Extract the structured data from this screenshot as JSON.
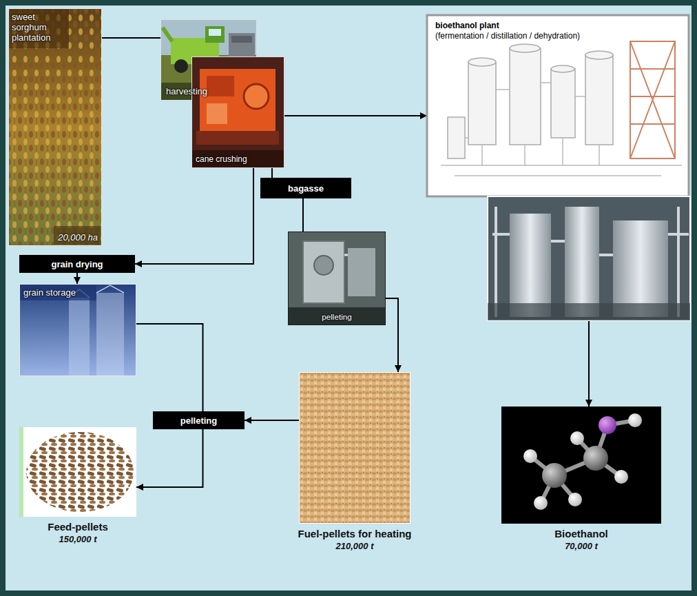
{
  "diagram": {
    "nodes": [
      {
        "text": [
          "sweet sorghum plantation",
          "20,000 ha"
        ]
      },
      {
        "text": [
          "harvesting"
        ]
      },
      {
        "text": [
          "cane crushing"
        ]
      },
      {
        "text": [
          "bioethanol plant",
          "(fermentation / distillation / dehydration)"
        ]
      },
      {
        "text": [
          "bagasse"
        ]
      },
      {
        "text": [
          "pelleting"
        ]
      },
      {
        "text": [
          "grain drying"
        ]
      },
      {
        "text": [
          "grain storage"
        ]
      },
      {
        "text": [
          "pelleting"
        ]
      },
      {
        "text": [
          "Feed-pellets",
          "150,000 t"
        ]
      },
      {
        "text": [
          "Fuel-pellets for heating",
          "210,000 t"
        ]
      },
      {
        "text": [
          "Bioethanol",
          "70,000 t"
        ]
      }
    ],
    "edges": [
      {
        "from": 0,
        "to": 1,
        "arrow": "none"
      },
      {
        "from": 1,
        "to": 6,
        "arrow": "to"
      },
      {
        "from": 2,
        "to": 3,
        "arrow": "to"
      },
      {
        "from": 2,
        "to": 4,
        "arrow": "none"
      },
      {
        "from": 4,
        "to": 5,
        "arrow": "none"
      },
      {
        "from": 5,
        "to": 10,
        "arrow": "to"
      },
      {
        "from": 6,
        "to": 7,
        "arrow": "to"
      },
      {
        "from": 7,
        "to": 8,
        "arrow": "none"
      },
      {
        "from": 10,
        "to": 8,
        "arrow": "to"
      },
      {
        "from": 8,
        "to": 9,
        "arrow": "to"
      },
      {
        "from": 3,
        "to": 11,
        "arrow": "to"
      }
    ]
  }
}
